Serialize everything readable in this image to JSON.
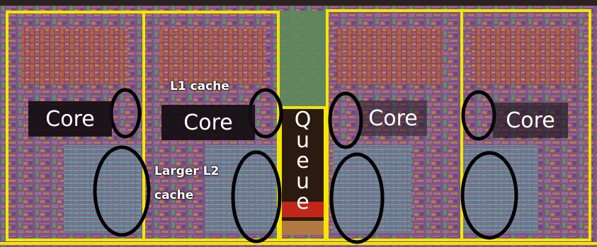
{
  "figure": {
    "cores": [
      {
        "label": "Core"
      },
      {
        "label": "Core"
      },
      {
        "label": "Core"
      },
      {
        "label": "Core"
      }
    ],
    "queue_label": "Queue",
    "l1_label": "L1 cache",
    "l2_label_line1": "Larger L2",
    "l2_label_line2": "cache",
    "colors": {
      "outline": "#f4e600",
      "circle": "#000000",
      "label_text": "#ffffff",
      "die_purple": "#8a5a86",
      "die_orange": "#c8703a",
      "die_green": "#4fa06a",
      "queue_red": "#c0261a"
    }
  }
}
